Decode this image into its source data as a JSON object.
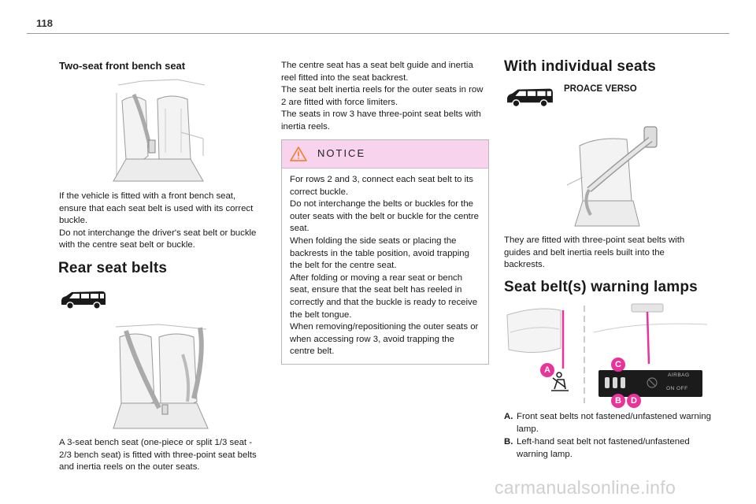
{
  "page": {
    "number": "118"
  },
  "col1": {
    "heading_bench": "Two-seat front bench seat",
    "para_bench": [
      "If the vehicle is fitted with a front bench seat, ensure that each seat belt is used with its correct buckle.",
      "Do not interchange the driver's seat belt or buckle with the centre seat belt or buckle."
    ],
    "heading_rear": "Rear seat belts",
    "para_rear": "A 3-seat bench seat (one-piece or split 1/3 seat - 2/3 bench seat) is fitted with three-point seat belts and inertia reels on the outer seats."
  },
  "col2": {
    "intro": [
      "The centre seat has a seat belt guide and inertia reel fitted into the seat backrest.",
      "The seat belt inertia reels for the outer seats in row 2 are fitted with force limiters.",
      "The seats in row 3 have three-point seat belts with inertia reels."
    ],
    "notice": {
      "title": "NOTICE",
      "paragraphs": [
        "For rows 2 and 3, connect each seat belt to its correct buckle.",
        "Do not interchange the belts or buckles for the outer seats with the belt or buckle for the centre seat.",
        "When folding the side seats or placing the backrests in the table position, avoid trapping the belt for the centre seat.",
        "After folding or moving a rear seat or bench seat, ensure that the seat belt has reeled in correctly and that the buckle is ready to receive the belt tongue.",
        "When removing/repositioning the outer seats or when accessing row 3, avoid trapping the centre belt."
      ]
    }
  },
  "col3": {
    "heading_individual": "With individual seats",
    "model_label": "PROACE VERSO",
    "para_individual": "They are fitted with three-point seat belts with guides and belt inertia reels built into the backrests.",
    "heading_lamps": "Seat belt(s) warning lamps",
    "callouts": {
      "a": "A",
      "b": "B",
      "c": "C",
      "d": "D"
    },
    "panel_text": {
      "airbag": "AIRBAG",
      "off": "OFF",
      "on_off": "ON  OFF"
    },
    "legend": [
      {
        "key": "A.",
        "text": "Front seat belts not fastened/unfastened warning lamp."
      },
      {
        "key": "B.",
        "text": "Left-hand seat belt not fastened/unfastened warning lamp."
      }
    ]
  },
  "watermark": "carmanualsonline.info",
  "colors": {
    "accent_pink": "#e8339a",
    "notice_bg": "#f7d3ee",
    "rule": "#9a9a9a"
  }
}
